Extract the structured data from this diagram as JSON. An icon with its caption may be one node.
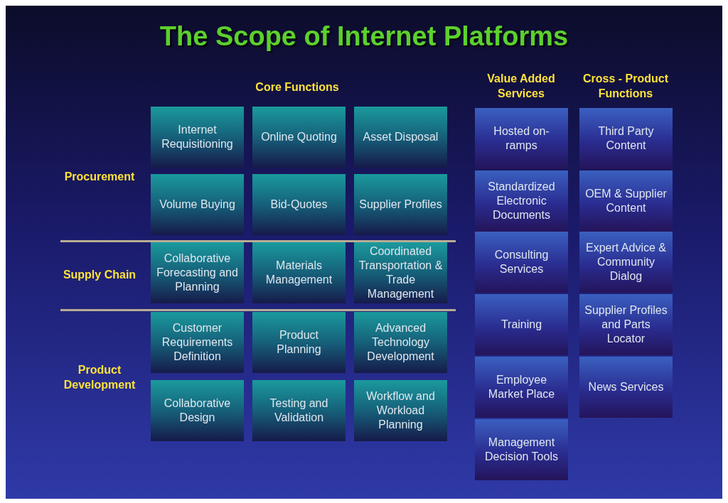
{
  "diagram": {
    "title": "The Scope of Internet Platforms",
    "nodes": [
      {
        "text": [
          "Internet Requisitioning"
        ]
      },
      {
        "text": [
          "Online Quoting"
        ]
      },
      {
        "text": [
          "Asset Disposal"
        ]
      },
      {
        "text": [
          "Volume Buying"
        ]
      },
      {
        "text": [
          "Bid-Quotes"
        ]
      },
      {
        "text": [
          "Supplier Profiles"
        ]
      },
      {
        "text": [
          "Collaborative Forecasting and Planning"
        ]
      },
      {
        "text": [
          "Materials Management"
        ]
      },
      {
        "text": [
          "Coordinated Transportation & Trade Management"
        ]
      },
      {
        "text": [
          "Customer Requirements Definition"
        ]
      },
      {
        "text": [
          "Product Planning"
        ]
      },
      {
        "text": [
          "Advanced Technology Development"
        ]
      },
      {
        "text": [
          "Collaborative Design"
        ]
      },
      {
        "text": [
          "Testing and Validation"
        ]
      },
      {
        "text": [
          "Workflow and Workload Planning"
        ]
      },
      {
        "text": [
          "Hosted on-ramps"
        ]
      },
      {
        "text": [
          "Standardized Electronic Documents"
        ]
      },
      {
        "text": [
          "Consulting Services"
        ]
      },
      {
        "text": [
          "Training"
        ]
      },
      {
        "text": [
          "Employee Market Place"
        ]
      },
      {
        "text": [
          "Management Decision Tools"
        ]
      },
      {
        "text": [
          "Third Party Content"
        ]
      },
      {
        "text": [
          "OEM & Supplier Content"
        ]
      },
      {
        "text": [
          "Expert Advice & Community Dialog"
        ]
      },
      {
        "text": [
          "Supplier Profiles and Parts Locator"
        ]
      },
      {
        "text": [
          "News Services"
        ]
      }
    ],
    "labels": [
      "Core Functions",
      "Value Added Services",
      "Cross - Product Functions",
      "Procurement",
      "Supply Chain",
      "Product Development"
    ]
  }
}
